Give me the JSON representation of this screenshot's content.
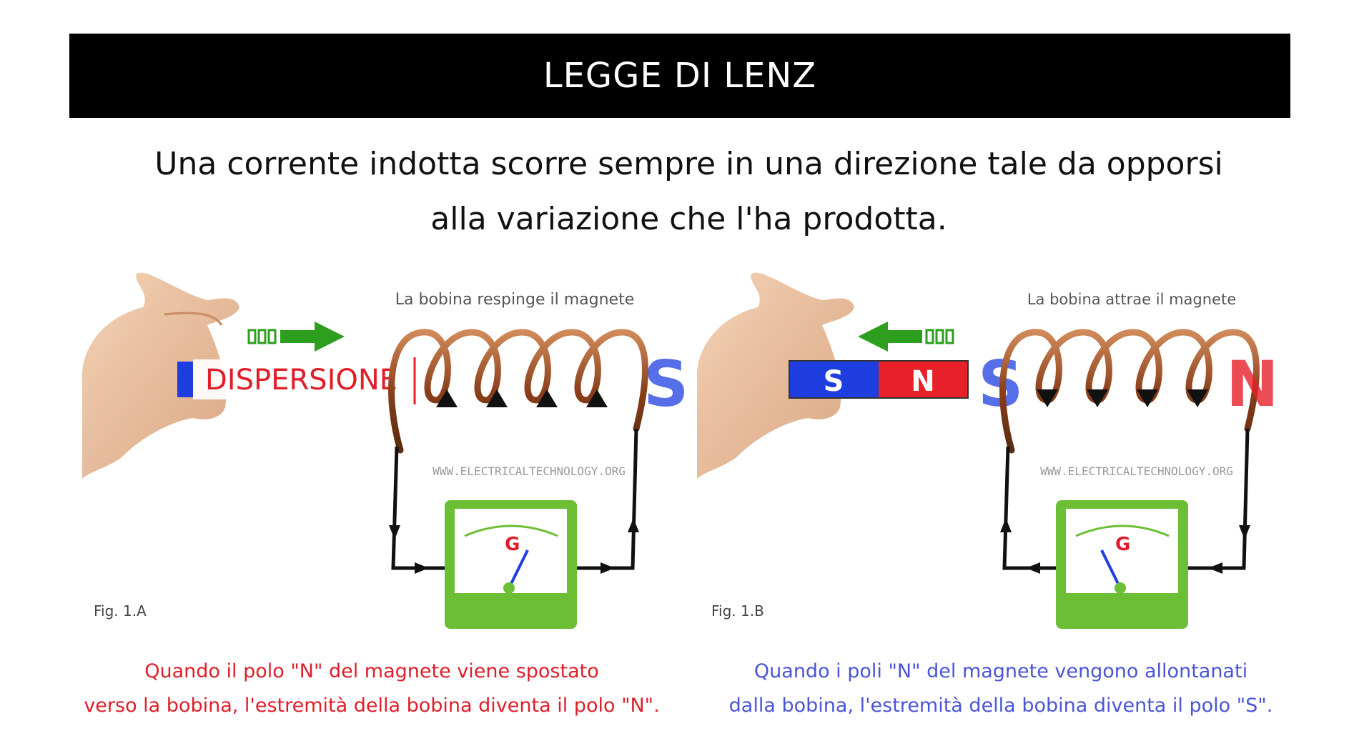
{
  "title": "LEGGE DI LENZ",
  "statement": {
    "line1": "Una corrente indotta scorre sempre in una direzione tale da opporsi",
    "line2": "alla variazione che l'ha prodotta."
  },
  "figures": [
    {
      "heading": "La bobina respinge il magnete",
      "fig_label": "Fig. 1.A",
      "overlay_label": "DISPERSIONE",
      "coil_pole": "S",
      "gauge_letter": "G",
      "watermark": "WWW.ELECTRICALTECHNOLOGY.ORG",
      "caption_line1": "Quando il polo \"N\" del magnete viene spostato",
      "caption_line2": "verso la bobina, l'estremità della bobina diventa il polo \"N\".",
      "caption_color": "#e01e2a"
    },
    {
      "heading": "La bobina attrae il magnete",
      "fig_label": "Fig. 1.B",
      "magnet_left": "S",
      "magnet_right": "N",
      "coil_pole_left": "S",
      "coil_pole_right": "N",
      "gauge_letter": "G",
      "watermark": "WWW.ELECTRICALTECHNOLOGY.ORG",
      "caption_line1": "Quando i poli \"N\" del magnete vengono allontanati",
      "caption_line2": "dalla bobina, l'estremità della bobina diventa il polo \"S\".",
      "caption_color": "#4a55d8"
    }
  ],
  "colors": {
    "north": "#e8202a",
    "south": "#1e3ee0",
    "coil": "#a0522d",
    "meter": "#6cbf35",
    "arrow": "#2e9e1e"
  }
}
